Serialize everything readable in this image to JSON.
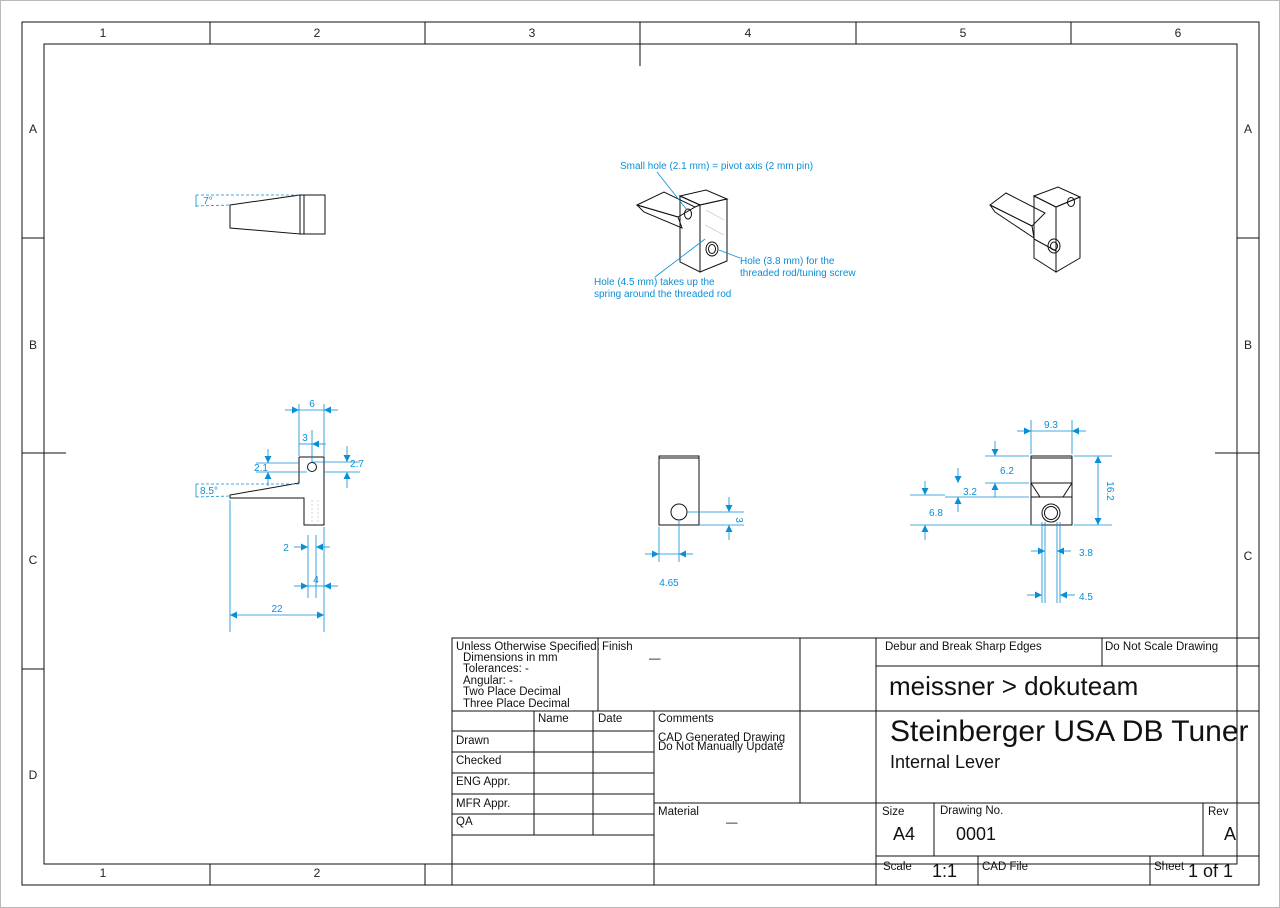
{
  "zones": {
    "columns": [
      "1",
      "2",
      "3",
      "4",
      "5",
      "6"
    ],
    "rows": [
      "A",
      "B",
      "C",
      "D"
    ]
  },
  "views": {
    "side_top": {
      "angle": "7°"
    },
    "iso_front": {
      "callout_pivot": "Small hole (2.1 mm) = pivot axis (2 mm pin)",
      "callout_rod_1": "Hole (3.8 mm) for the",
      "callout_rod_2": "threaded rod/tuning screw",
      "callout_spring_1": "Hole (4.5 mm) takes up the",
      "callout_spring_2": "spring around the threaded rod"
    },
    "side_view": {
      "dims": [
        "6",
        "3",
        "2.7",
        "2.1",
        "8.5°",
        "2",
        "4",
        "22"
      ]
    },
    "front_view": {
      "dims": [
        "3",
        "4.65"
      ]
    },
    "end_view": {
      "dims": [
        "9.3",
        "6.2",
        "3.2",
        "6.8",
        "16.2",
        "3.8",
        "4.5"
      ]
    }
  },
  "title_block": {
    "spec_lines": [
      "Unless Otherwise Specified:",
      "Dimensions in mm",
      "Tolerances: -",
      "Angular: -",
      "Two Place Decimal",
      "Three Place Decimal"
    ],
    "finish_label": "Finish",
    "finish_value": "—",
    "debur": "Debur and Break Sharp Edges",
    "do_not_scale": "Do Not Scale Drawing",
    "company": "meissner > dokuteam",
    "col_name": "Name",
    "col_date": "Date",
    "comments_label": "Comments",
    "comments_lines": [
      "CAD Generated Drawing",
      "Do Not Manually Update"
    ],
    "title": "Steinberger USA DB Tuner",
    "subtitle": "Internal Lever",
    "rows": [
      "Drawn",
      "Checked",
      "ENG Appr.",
      "MFR Appr.",
      "QA"
    ],
    "material_label": "Material",
    "material_value": "—",
    "size_label": "Size",
    "size_value": "A4",
    "drawing_no_label": "Drawing  No.",
    "drawing_no_value": "0001",
    "rev_label": "Rev",
    "rev_value": "A",
    "scale_label": "Scale",
    "scale_value": "1:1",
    "cad_file_label": "CAD File",
    "sheet_label": "Sheet",
    "sheet_value": "1 of 1"
  },
  "colors": {
    "dimension": "#0a8fd6",
    "outline": "#111111"
  },
  "icons": [
    "arrowhead-icon"
  ]
}
